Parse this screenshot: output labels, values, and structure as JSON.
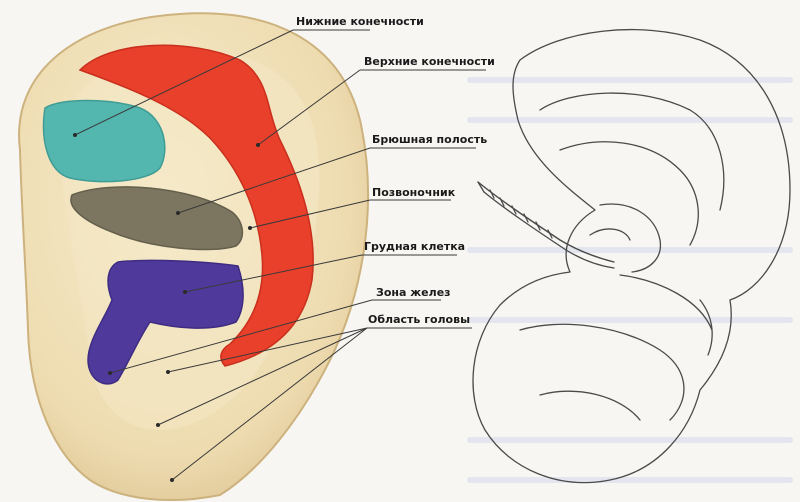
{
  "labels": {
    "lower_limbs": "Нижние конечности",
    "upper_limbs": "Верхние конечности",
    "abdominal": "Брюшная полость",
    "spine": "Позвоночник",
    "chest": "Грудная клетка",
    "glands": "Зона желез",
    "head": "Область головы"
  },
  "colors": {
    "ear_skin": "#f1e3bf",
    "lower_limbs": "#53b7b0",
    "upper_limbs": "#e8402b",
    "spine": "#7c7560",
    "chest": "#4f3a9c",
    "fetus_line": "#4a4a4a"
  },
  "icons": {
    "ear": "auricle-zones-illustration",
    "fetus": "inverted-fetus-outline"
  }
}
